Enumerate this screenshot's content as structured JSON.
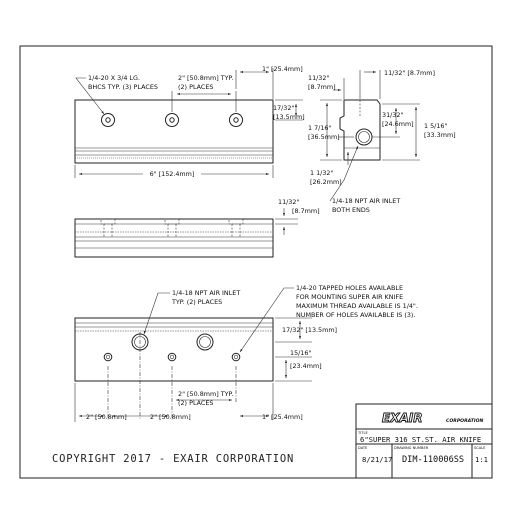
{
  "views": {
    "front_top": {
      "bolt_note_line1": "1/4-20 X 3/4 LG.",
      "bolt_note_line2": "BHCS TYP. (3) PLACES",
      "pitch_line1": "2\" [50.8mm] TYP.",
      "pitch_line2": "(2) PLACES",
      "end_offset": "1\" [25.4mm]",
      "height_in": "17/32\"",
      "height_mm": "[13.5mm]",
      "overall_length": "6\" [152.4mm]"
    },
    "side": {
      "top_in": "11/32\"",
      "top_mm": "[8.7mm]",
      "width_right": "11/32\" [8.7mm]",
      "d1_in": "31/32\"",
      "d1_mm": "[24.6mm]",
      "d2_in": "1 7/16\"",
      "d2_mm": "[36.5mm]",
      "d3_in": "1 5/16\"",
      "d3_mm": "[33.3mm]",
      "d4_in": "1 1/32\"",
      "d4_mm": "[26.2mm]",
      "inlet_line1": "1/4-18 NPT AIR INLET",
      "inlet_line2": "BOTH ENDS"
    },
    "middle": {
      "gap_in": "11/32\"",
      "gap_mm": "[8.7mm]"
    },
    "bottom": {
      "inlet_line1": "1/4-18 NPT AIR INLET",
      "inlet_line2": "TYP. (2) PLACES",
      "tap_line1": "1/4-20 TAPPED HOLES AVAILABLE",
      "tap_line2": "FOR MOUNTING SUPER AIR KNIFE",
      "tap_line3": "MAXIMUM THREAD AVAILABLE IS 1/4\".",
      "tap_line4": "NUMBER OF HOLES AVAILABLE IS (3).",
      "height": "17/32\" [13.5mm]",
      "center_in": "15/16\"",
      "center_mm": "[23.4mm]",
      "pitch_line1": "2\" [50.8mm] TYP.",
      "pitch_line2": "(2) PLACES",
      "dim_a": "2\" [50.8mm]",
      "dim_b": "2\" [50.8mm]",
      "dim_c": "1\" [25.4mm]"
    }
  },
  "copyright": "COPYRIGHT 2017 - EXAIR CORPORATION",
  "title_block": {
    "logo": "EXAIR",
    "corporation": "CORPORATION",
    "title_label": "TITLE",
    "title": "6\"SUPER 316 ST.ST. AIR KNIFE",
    "date_label": "DATE",
    "date": "8/21/17",
    "drawing_number_label": "DRAWING NUMBER",
    "drawing_number": "DIM-110006SS",
    "scale_label": "SCALE",
    "scale": "1:1"
  }
}
